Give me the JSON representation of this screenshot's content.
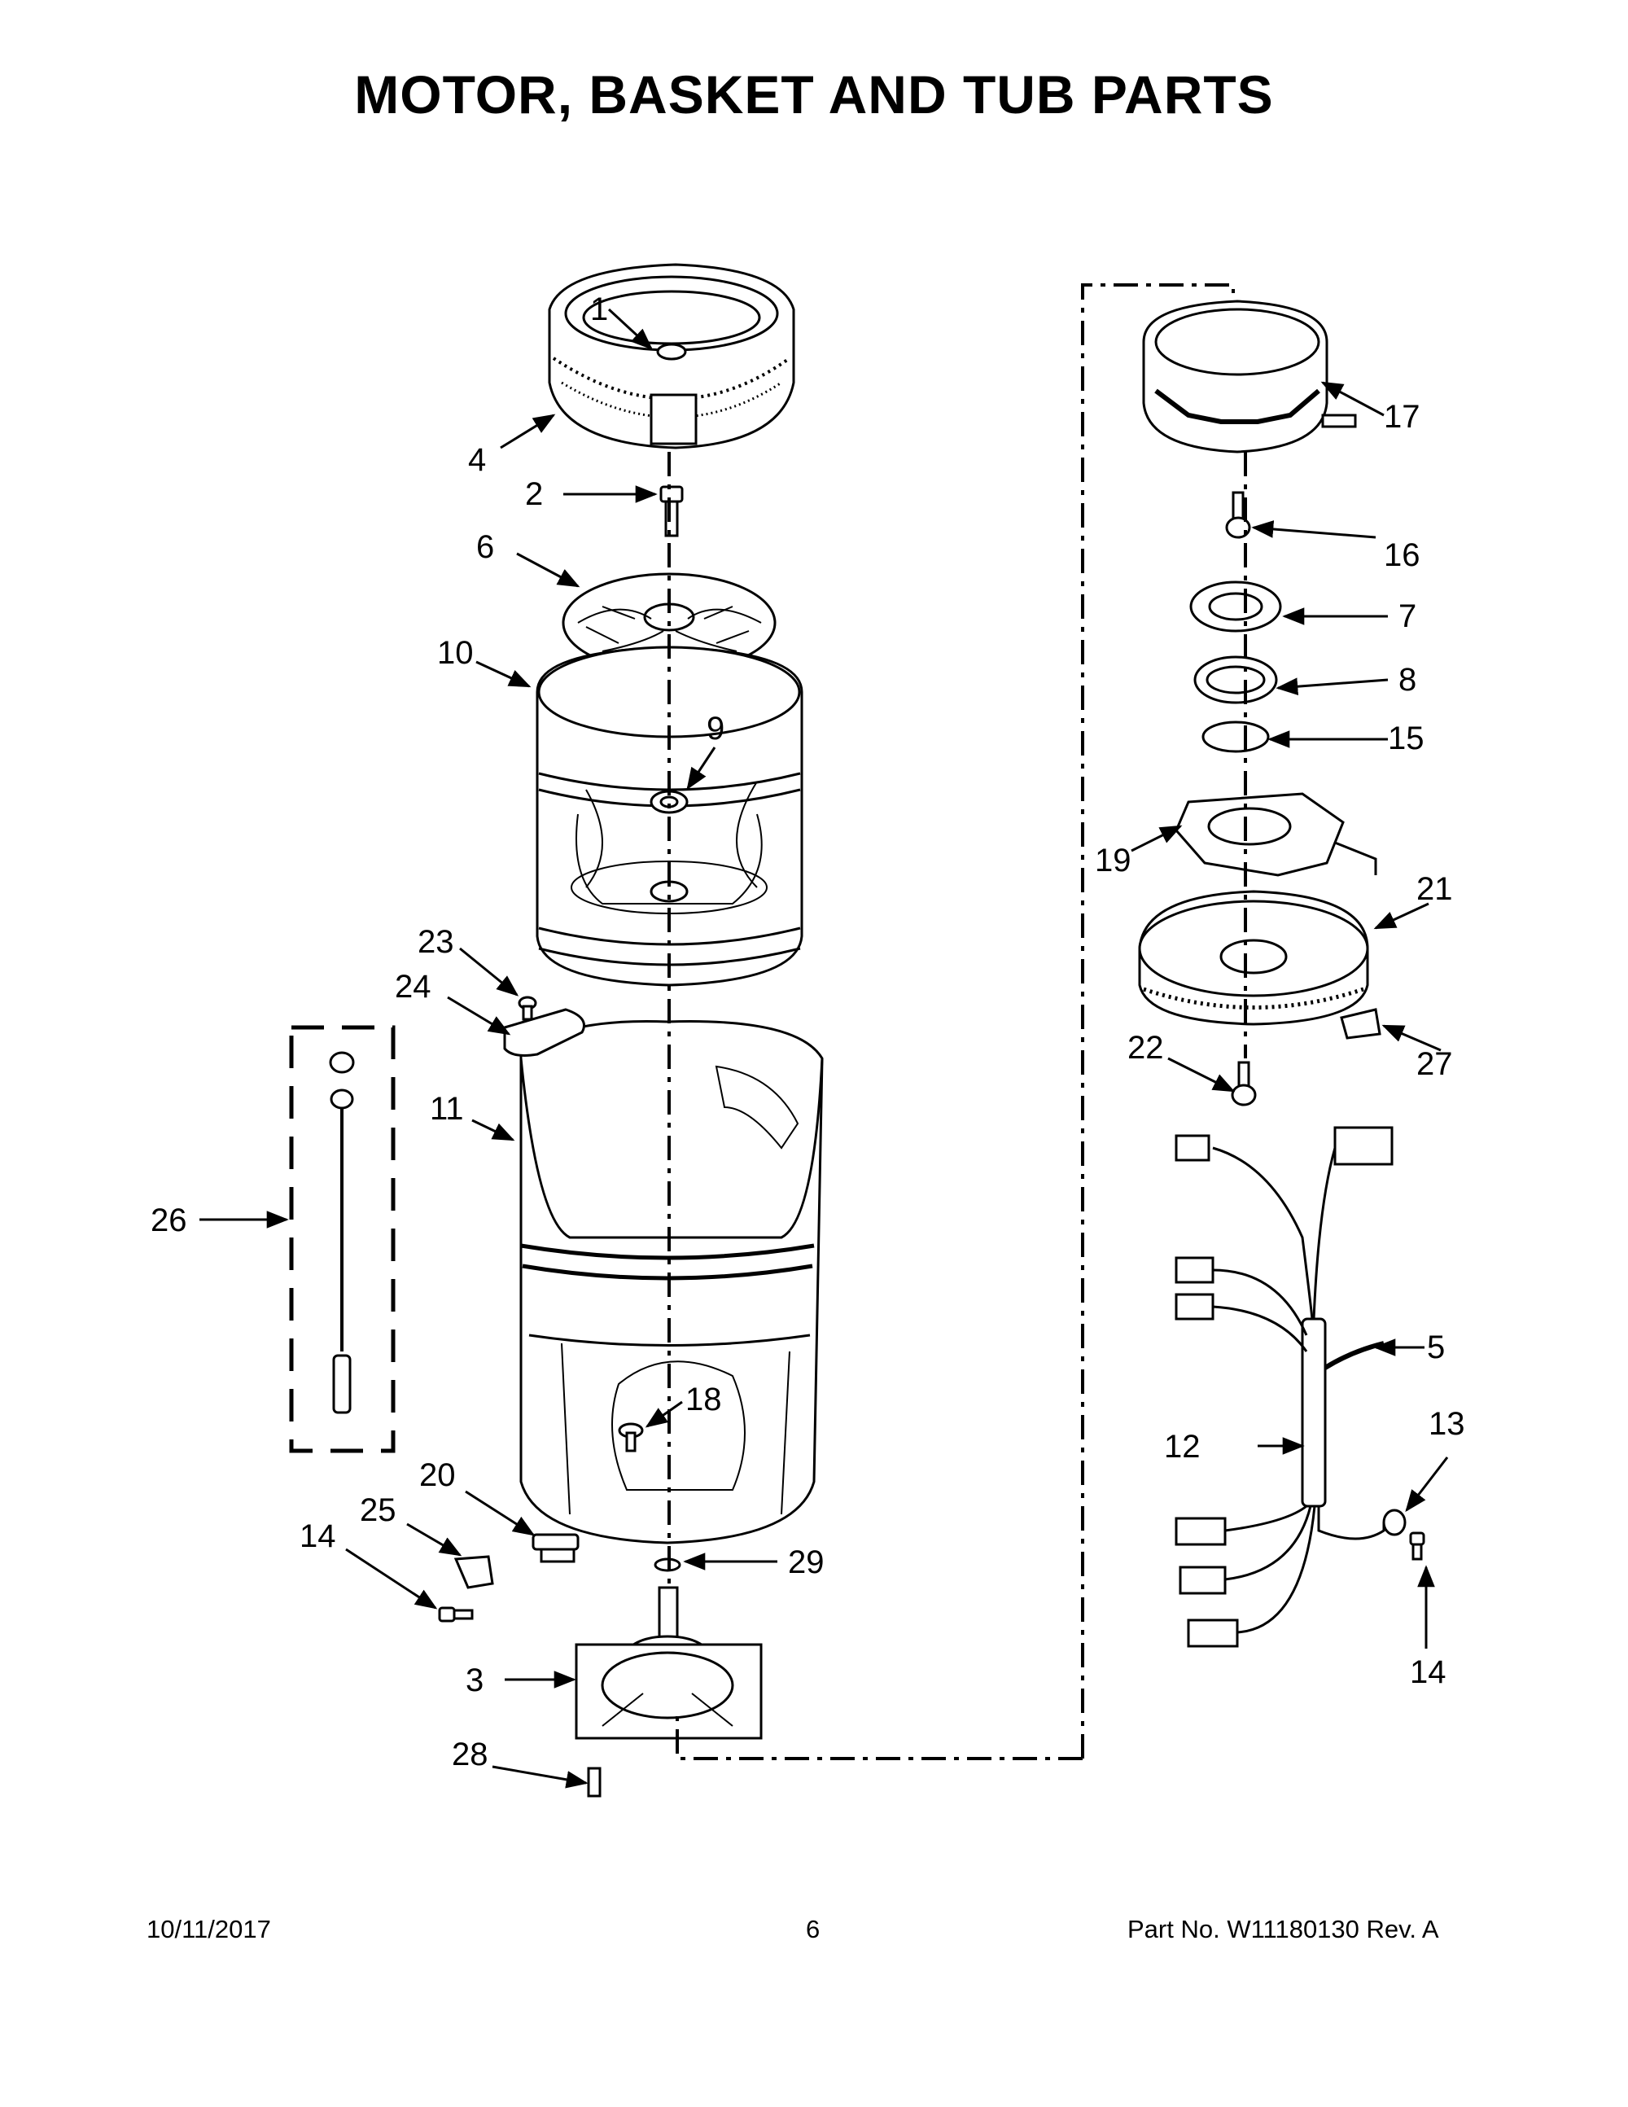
{
  "title": "MOTOR, BASKET AND TUB PARTS",
  "footer": {
    "date": "10/11/2017",
    "page": "6",
    "part_no": "Part No.  W11180130  Rev.  A"
  },
  "callouts": [
    "1",
    "2",
    "3",
    "4",
    "5",
    "6",
    "7",
    "8",
    "9",
    "10",
    "11",
    "12",
    "13",
    "14",
    "14",
    "15",
    "16",
    "17",
    "18",
    "19",
    "20",
    "21",
    "22",
    "23",
    "24",
    "25",
    "26",
    "27",
    "28",
    "29"
  ],
  "parts": {
    "p1": "1",
    "p2": "2",
    "p3": "3",
    "p4": "4",
    "p5": "5",
    "p6": "6",
    "p7": "7",
    "p8": "8",
    "p9": "9",
    "p10": "10",
    "p11": "11",
    "p12": "12",
    "p13": "13",
    "p14a": "14",
    "p14b": "14",
    "p15": "15",
    "p16": "16",
    "p17": "17",
    "p18": "18",
    "p19": "19",
    "p20": "20",
    "p21": "21",
    "p22": "22",
    "p23": "23",
    "p24": "24",
    "p25": "25",
    "p26": "26",
    "p27": "27",
    "p28": "28",
    "p29": "29"
  }
}
